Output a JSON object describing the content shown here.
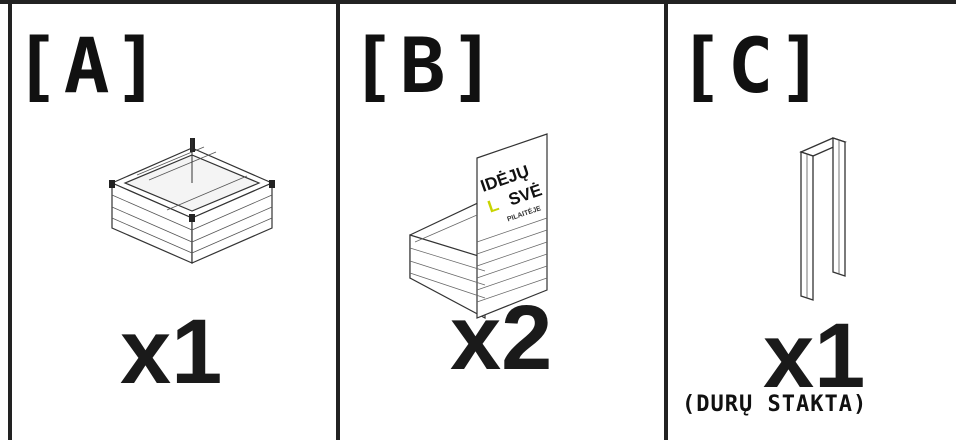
{
  "panels": [
    {
      "label": "[A]",
      "quantity": "x1",
      "illustration": "planter-box-icon"
    },
    {
      "label": "[B]",
      "quantity": "x2",
      "illustration": "planter-with-sign-icon",
      "sign": {
        "line1": "IDĖJŲ",
        "line2_a": "L",
        "line2_b": "SVĖ",
        "line3": "PILAITĖJE"
      }
    },
    {
      "label": "[C]",
      "quantity": "x1",
      "note": "(DURŲ STAKTA)",
      "illustration": "door-frame-icon"
    }
  ],
  "colors": {
    "border": "#222222",
    "ink": "#111111",
    "sign_accent": "#c8d400"
  }
}
